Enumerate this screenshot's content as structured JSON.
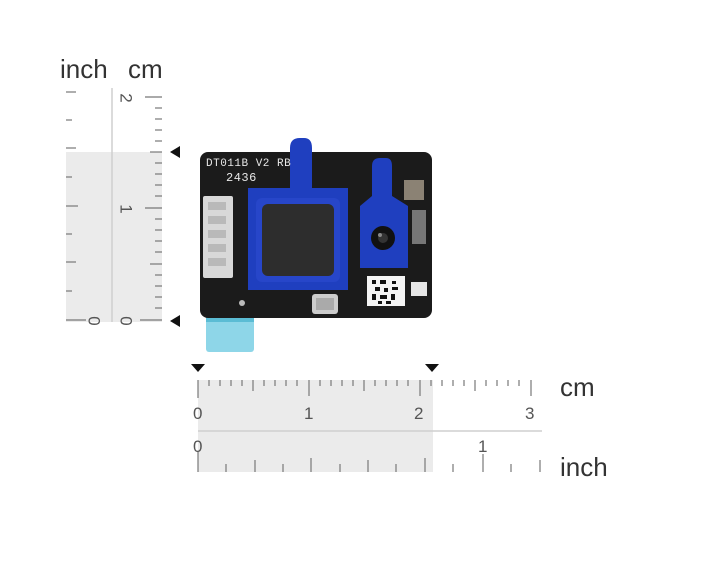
{
  "units": {
    "vertical_inch": "inch",
    "vertical_cm": "cm",
    "horizontal_cm": "cm",
    "horizontal_inch": "inch"
  },
  "vertical_ruler": {
    "cm_labels": [
      "2",
      "1",
      "0"
    ],
    "inch_labels": [
      "0"
    ]
  },
  "horizontal_ruler": {
    "cm_labels": [
      "0",
      "1",
      "2",
      "3"
    ],
    "inch_labels": [
      "0",
      "1"
    ]
  },
  "board": {
    "silkscreen_line1": "DT011B V2  RB",
    "silkscreen_line2": "2436"
  },
  "colors": {
    "pcb": "#1b1b1b",
    "bracket_blue": "#1f3fbf",
    "ruler_shade": "#e9e9e9",
    "flex_cable": "#7fd3e6"
  }
}
